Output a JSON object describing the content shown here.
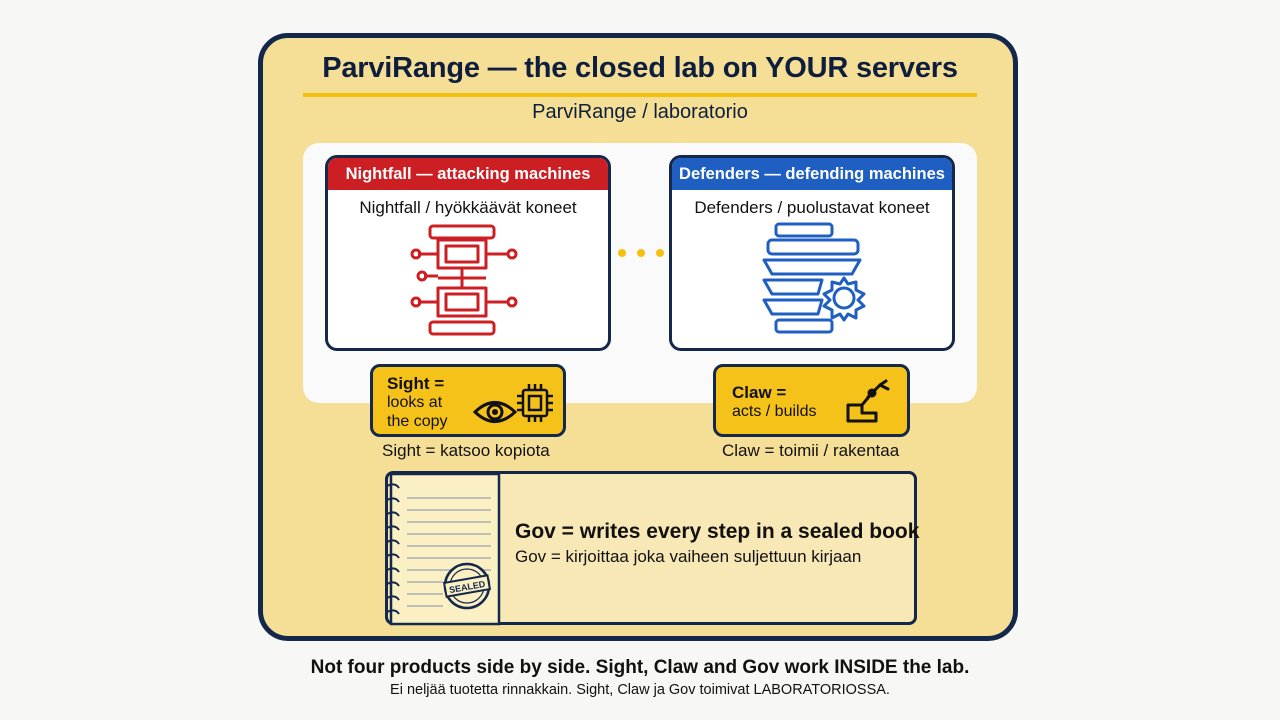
{
  "title": "ParviRange — the closed lab on YOUR servers",
  "subtitle": "ParviRange / laboratorio",
  "attack": {
    "header": "Nightfall — attacking machines",
    "subtitle": "Nightfall / hyökkäävät koneet",
    "color": "#cc1f24",
    "icon": "attacking-server-stack-icon"
  },
  "defend": {
    "header": "Defenders — defending machines",
    "subtitle": "Defenders / puolustavat koneet",
    "color": "#1f5fc2",
    "icon": "defending-server-gear-icon"
  },
  "sight": {
    "title": "Sight =",
    "line1": "looks at",
    "line2": "the copy",
    "caption": "Sight = katsoo kopiota",
    "icons": [
      "eye-icon",
      "chip-icon"
    ]
  },
  "claw": {
    "title": "Claw =",
    "line1": "acts / builds",
    "caption": "Claw = toimii / rakentaa",
    "icon": "robot-arm-icon"
  },
  "gov": {
    "title": "Gov = writes every step in a sealed book",
    "line1": "Gov = kirjoittaa joka vaiheen suljettuun kirjaan",
    "stamp": "SEALED",
    "icon": "sealed-notebook-icon"
  },
  "footer": {
    "line1": "Not four products side by side. Sight, Claw and Gov work INSIDE the lab.",
    "line2": "Ei neljää tuotetta rinnakkain. Sight, Claw ja Gov toimivat LABORATORIOSSA."
  },
  "colors": {
    "navy": "#14284c",
    "lab_fill": "#f5df97",
    "accent_yellow": "#f4c10f"
  }
}
